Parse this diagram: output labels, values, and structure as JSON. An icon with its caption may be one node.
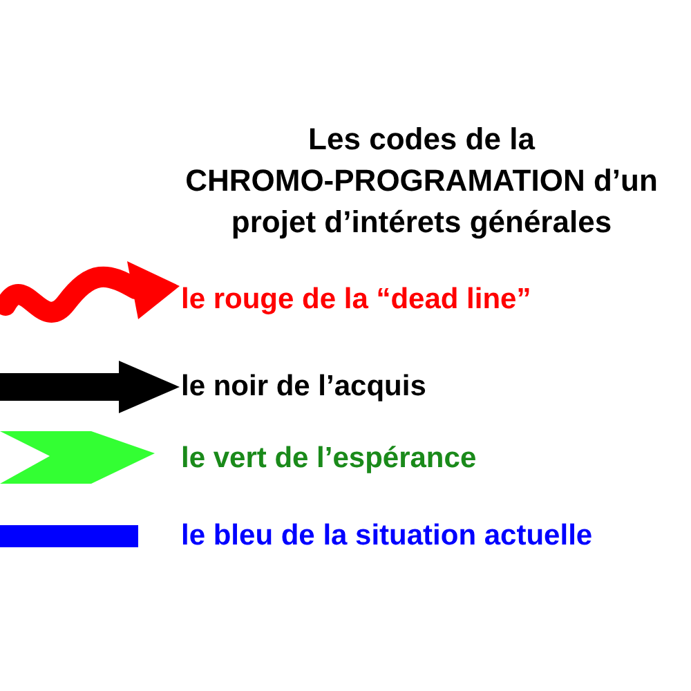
{
  "diagram": {
    "title": "Les codes de la CHROMO-PROGRAMATION d’un projet d’intérets générales",
    "legend": [
      {
        "text": "le rouge de la “dead line”"
      },
      {
        "text": "le noir de l’acquis"
      },
      {
        "text": "le vert de l’espérance"
      },
      {
        "text": "le bleu de la situation actuelle"
      }
    ]
  }
}
